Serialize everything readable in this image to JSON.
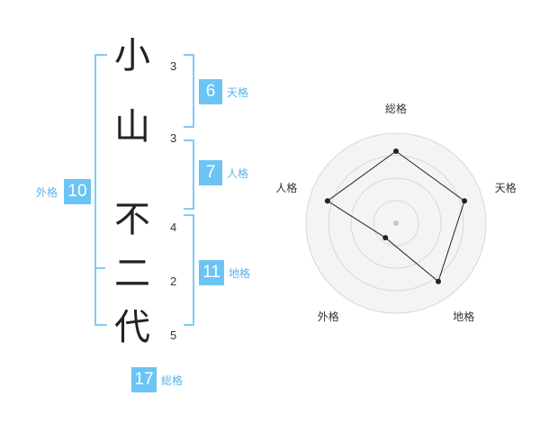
{
  "name": {
    "chars": [
      {
        "char": "小",
        "strokes": 3
      },
      {
        "char": "山",
        "strokes": 3
      },
      {
        "char": "不",
        "strokes": 4
      },
      {
        "char": "二",
        "strokes": 2
      },
      {
        "char": "代",
        "strokes": 5
      }
    ]
  },
  "fortunes": {
    "tenkaku": {
      "value": "6",
      "label": "天格"
    },
    "jinkaku": {
      "value": "7",
      "label": "人格"
    },
    "chikaku": {
      "value": "11",
      "label": "地格"
    },
    "gaikaku": {
      "value": "10",
      "label": "外格"
    },
    "soukaku": {
      "value": "17",
      "label": "総格"
    }
  },
  "chart_data": {
    "type": "radar",
    "axes": [
      "総格",
      "天格",
      "地格",
      "外格",
      "人格"
    ],
    "values": [
      0.8,
      0.8,
      0.8,
      0.2,
      0.8
    ],
    "max": 1,
    "rings": 4
  }
}
